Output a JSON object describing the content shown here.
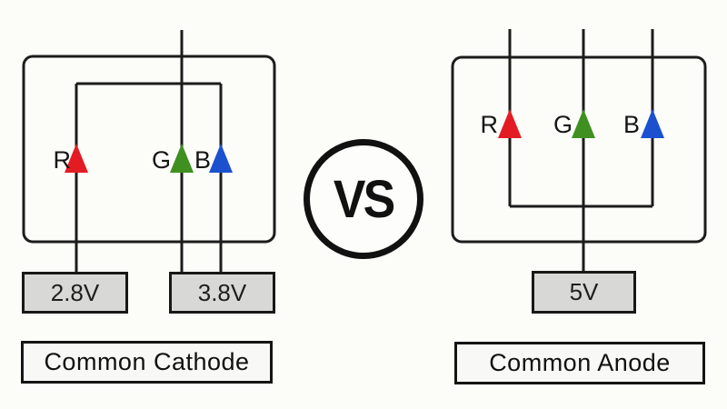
{
  "left": {
    "caption": "Common Cathode",
    "leds": [
      {
        "label": "R",
        "color": "#e31c23"
      },
      {
        "label": "G",
        "color": "#3f9020"
      },
      {
        "label": "B",
        "color": "#1b51cf"
      }
    ],
    "supplies": [
      "2.8V",
      "3.8V"
    ]
  },
  "divider": {
    "label": "VS"
  },
  "right": {
    "caption": "Common Anode",
    "leds": [
      {
        "label": "R",
        "color": "#e31c23"
      },
      {
        "label": "G",
        "color": "#3f9020"
      },
      {
        "label": "B",
        "color": "#1b51cf"
      }
    ],
    "supplies": [
      "5V"
    ]
  },
  "colors": {
    "wire": "#1c1c1c",
    "supply_fill": "#d8d8d6",
    "caption_fill": "#f8f8f6",
    "background": "#fcfcf9"
  }
}
